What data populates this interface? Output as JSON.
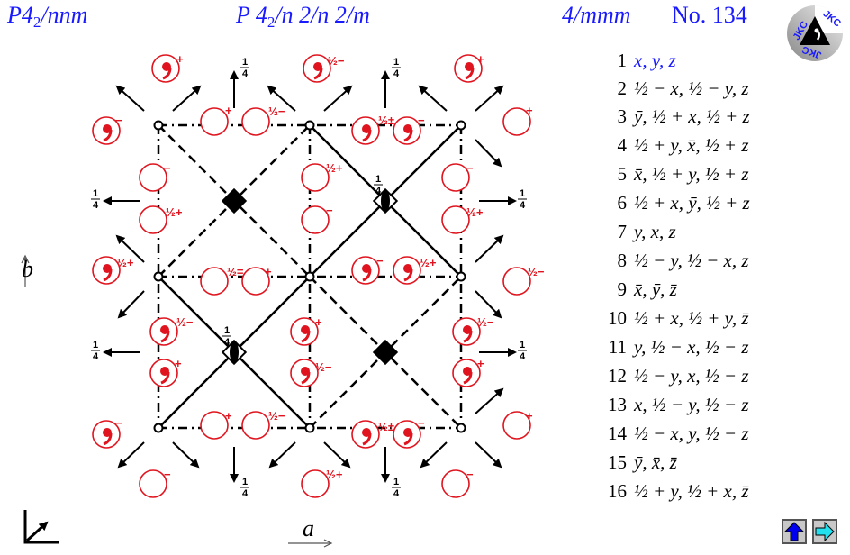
{
  "header": {
    "short_symbol": {
      "base": "P4",
      "sub": "2",
      "rest": "/nnm"
    },
    "full_symbol": {
      "base": "P 4",
      "sub": "2",
      "rest": "/n 2/n 2/m"
    },
    "point_group": "4/mmm",
    "number": "No. 134",
    "logo_text": "JKC"
  },
  "axes": {
    "a_label": "a",
    "b_label": "b"
  },
  "colors": {
    "header_blue": "#1a1aff",
    "position_red": "#e0141e",
    "symbol_black": "#000000",
    "nav_up": "#0000ee",
    "nav_next": "#22e0ee"
  },
  "diagram": {
    "origin_markers": [
      "inversion-center"
    ],
    "height_labels": [
      "1/4",
      "1/2"
    ],
    "arrow_label": "1/4",
    "legend_signs": [
      "+",
      "−",
      "½+",
      "½−",
      "½±",
      "½="
    ]
  },
  "operations": [
    {
      "n": "1",
      "expr": "x, y, z"
    },
    {
      "n": "2",
      "expr": "½ − x, ½ − y, z"
    },
    {
      "n": "3",
      "expr": "ȳ, ½ + x, ½ + z"
    },
    {
      "n": "4",
      "expr": "½ + y, x̄, ½ + z"
    },
    {
      "n": "5",
      "expr": "x̄, ½ + y, ½ + z"
    },
    {
      "n": "6",
      "expr": "½ + x, ȳ, ½ + z"
    },
    {
      "n": "7",
      "expr": "y, x, z"
    },
    {
      "n": "8",
      "expr": "½ − y, ½ − x, z"
    },
    {
      "n": "9",
      "expr": "x̄, ȳ, z̄"
    },
    {
      "n": "10",
      "expr": "½ + x, ½ + y, z̄"
    },
    {
      "n": "11",
      "expr": "y, ½ − x, ½ − z"
    },
    {
      "n": "12",
      "expr": "½ − y, x, ½ − z"
    },
    {
      "n": "13",
      "expr": "x, ½ − y, ½ − z"
    },
    {
      "n": "14",
      "expr": "½ − x, y, ½ − z"
    },
    {
      "n": "15",
      "expr": "ȳ, x̄, z̄"
    },
    {
      "n": "16",
      "expr": "½ + y, ½ + x, z̄"
    }
  ],
  "nav": {
    "up_icon": "arrow-up-icon",
    "next_icon": "arrow-right-icon"
  }
}
